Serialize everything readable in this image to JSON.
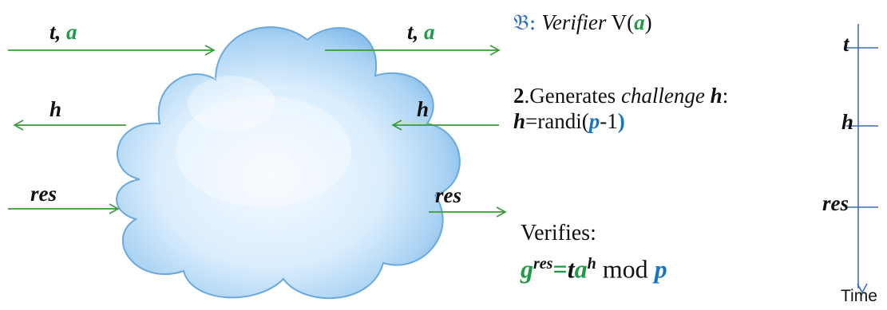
{
  "left_arrows": {
    "top": {
      "label_1": "t",
      "sep": ", ",
      "label_2": "a"
    },
    "middle": {
      "label": "h"
    },
    "bottom": {
      "label": "res"
    }
  },
  "right_arrows": {
    "top": {
      "label_1": "t",
      "sep": ", ",
      "label_2": "a"
    },
    "middle": {
      "label": "h"
    },
    "bottom": {
      "label": "res"
    }
  },
  "verifier": {
    "script_symbol": "𝔅",
    "colon": ":",
    "title": "Verifier",
    "func": "V(",
    "arg": "a",
    "close": ")"
  },
  "step2": {
    "number": "2",
    "text": ".Generates ",
    "emph": "challenge",
    "var": "h",
    "colon": ":"
  },
  "formula": {
    "lhs": "h",
    "eq": "=randi(",
    "p": "p",
    "rest": "-1",
    "close": ")"
  },
  "verifies": {
    "label": "Verifies:",
    "g": "g",
    "exp": "res",
    "eq": "=",
    "t": "t",
    "a": "a",
    "h": "h",
    "mod": " mod ",
    "p": "p"
  },
  "timeline": {
    "ticks": [
      "t",
      "h",
      "res"
    ],
    "axis_label": "Time"
  },
  "colors": {
    "arrow": "#3a9a3a",
    "green_var": "#1f9a46",
    "blue_var": "#1a75c0",
    "timeline": "#3a6fb8",
    "cloud_edge": "#7fb6e6",
    "cloud_fill": "#d8ecfb"
  }
}
